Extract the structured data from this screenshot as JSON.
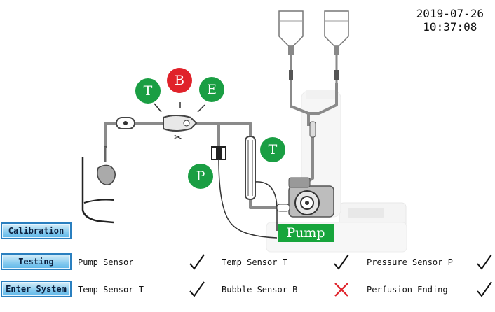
{
  "header": {
    "date": "2019-07-26",
    "time": "10:37:08"
  },
  "buttons": {
    "calibration": "Calibration",
    "testing": "Testing",
    "enter_system": "Enter System"
  },
  "indicators": {
    "top_t": {
      "label": "T",
      "color": "#1a9e43"
    },
    "top_b": {
      "label": "B",
      "color": "#e0222a"
    },
    "top_e": {
      "label": "E",
      "color": "#1a9e43"
    },
    "pressure_p": {
      "label": "P",
      "color": "#1a9e43"
    },
    "coil_t": {
      "label": "T",
      "color": "#1a9e43"
    }
  },
  "pump": {
    "label": "Pump",
    "color": "#17a53c"
  },
  "sensors": [
    {
      "label": "Pump Sensor",
      "status": "ok"
    },
    {
      "label": "Temp Sensor T",
      "status": "ok"
    },
    {
      "label": "Pressure Sensor P",
      "status": "ok"
    },
    {
      "label": "Temp Sensor T",
      "status": "ok"
    },
    {
      "label": "Bubble Sensor B",
      "status": "error"
    },
    {
      "label": "Perfusion Ending",
      "status": "ok"
    }
  ],
  "colors": {
    "ok": "#111111",
    "error": "#e0222a",
    "tube": "#8a8a8a"
  }
}
